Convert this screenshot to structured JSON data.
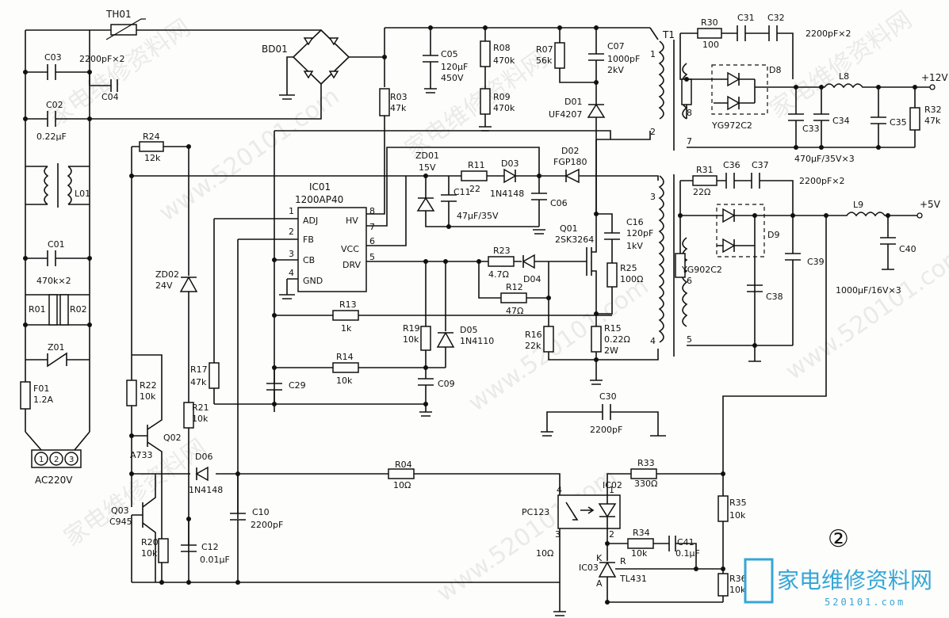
{
  "labels": {
    "th01": "TH01",
    "bd01": "BD01",
    "c03": "C03",
    "c03_val": "2200pF×2",
    "c04": "C04",
    "c02": "C02",
    "c02_val": "0.22μF",
    "l01": "L01",
    "c01": "C01",
    "c01_val": "470k×2",
    "r01": "R01",
    "r02": "R02",
    "z01": "Z01",
    "f01": "F01",
    "f01_val": "1.2A",
    "ac": "AC220V",
    "r24": "R24",
    "r24_val": "12k",
    "c05": "C05",
    "c05_v1": "120μF",
    "c05_v2": "450V",
    "r08": "R08",
    "r08_val": "470k",
    "r09": "R09",
    "r09_val": "470k",
    "r03": "R03",
    "r03_val": "47k",
    "r07": "R07",
    "r07_val": "56k",
    "c07": "C07",
    "c07_v1": "1000pF",
    "c07_v2": "2kV",
    "d01": "D01",
    "d01_val": "UF4207",
    "t1": "T1",
    "zd01": "ZD01",
    "zd01_val": "15V",
    "r11": "R11",
    "r11_val": "22",
    "d03": "D03",
    "d03_val": "1N4148",
    "d02": "D02",
    "d02_val": "FGP180",
    "c11": "C11",
    "c11_val": "47μF/35V",
    "c06": "C06",
    "ic01": "IC01",
    "ic01_val": "1200AP40",
    "pin1": "1",
    "pin2": "2",
    "pin3": "3",
    "pin4": "4",
    "pin5": "5",
    "pin6": "6",
    "pin7": "7",
    "pin8": "8",
    "adj": "ADJ",
    "fb": "FB",
    "cb": "CB",
    "gnd": "GND",
    "hv": "HV",
    "vcc": "VCC",
    "drv": "DRV",
    "q01": "Q01",
    "q01_val": "2SK3264",
    "c16": "C16",
    "c16_v1": "120pF",
    "c16_v2": "1kV",
    "r23": "R23",
    "r23_val": "4.7Ω",
    "d04": "D04",
    "r25": "R25",
    "r25_val": "100Ω",
    "r12": "R12",
    "r12_val": "47Ω",
    "r13": "R13",
    "r13_val": "1k",
    "r19": "R19",
    "r19_val": "10k",
    "d05": "D05",
    "d05_val": "1N4110",
    "r16": "R16",
    "r16_val": "22k",
    "r15": "R15",
    "r15_v1": "0.22Ω",
    "r15_v2": "2W",
    "zd02": "ZD02",
    "zd02_val": "24V",
    "r14": "R14",
    "r14_val": "10k",
    "c29": "C29",
    "c09": "C09",
    "r17": "R17",
    "r17_val": "47k",
    "r22": "R22",
    "r22_val": "10k",
    "r21": "R21",
    "r21_val": "10k",
    "q02": "Q02",
    "q02_val": "A733",
    "c30": "C30",
    "c30_val": "2200pF",
    "d06": "D06",
    "d06_val": "1N4148",
    "c10": "C10",
    "c10_val": "2200pF",
    "r04": "R04",
    "r04_val": "10Ω",
    "r33": "R33",
    "r33_val": "330Ω",
    "ic02": "IC02",
    "pc123": "PC123",
    "q03": "Q03",
    "q03_val": "C945",
    "r20": "R20",
    "r20_val": "10k",
    "c12": "C12",
    "c12_val": "0.01μF",
    "r35": "R35",
    "r35_val": "10k",
    "r34": "R34",
    "r34_val": "10k",
    "c41": "C41",
    "c41_val": "0.1μF",
    "ic03": "IC03",
    "ic03_val": "TL431",
    "k": "K",
    "r": "R",
    "a": "A",
    "r36": "R36",
    "r36_val": "10k",
    "ohm10": "10Ω",
    "r30": "R30",
    "r30_val": "100",
    "c31": "C31",
    "c32": "C32",
    "c31_val": "2200pF×2",
    "d8": "D8",
    "d8_val": "YG972C2",
    "l8": "L8",
    "v12": "+12V",
    "r32": "R32",
    "r32_val": "47k",
    "c33": "C33",
    "c34": "C34",
    "c35": "C35",
    "c33_val": "470μF/35V×3",
    "r31": "R31",
    "r31_val": "22Ω",
    "c36": "C36",
    "c37": "C37",
    "c36_val": "2200pF×2",
    "d9": "D9",
    "d9_val": "YG902C2",
    "l9": "L9",
    "v5": "+5V",
    "c39": "C39",
    "c38": "C38",
    "c40": "C40",
    "c40_val": "1000μF/16V×3",
    "w1": "1",
    "w2": "2",
    "w3": "3",
    "w4": "4",
    "w5": "5",
    "w6": "6",
    "w7": "7",
    "w8": "8",
    "fig": "②",
    "term1": "1",
    "term2": "2",
    "term3": "3",
    "ic02_p4": "4",
    "ic02_p3": "3",
    "ic02_p1": "1",
    "ic02_p2": "2"
  },
  "watermarks": [
    "家电维修资料网",
    "www.520101.com",
    "家电维修资料网",
    "www.520101.com",
    "家电维修资料网",
    "www.520101.com",
    "家电维修资料网",
    "www.520101.com"
  ],
  "logo": {
    "title": "家电维修资料网",
    "url": "520101.com"
  }
}
